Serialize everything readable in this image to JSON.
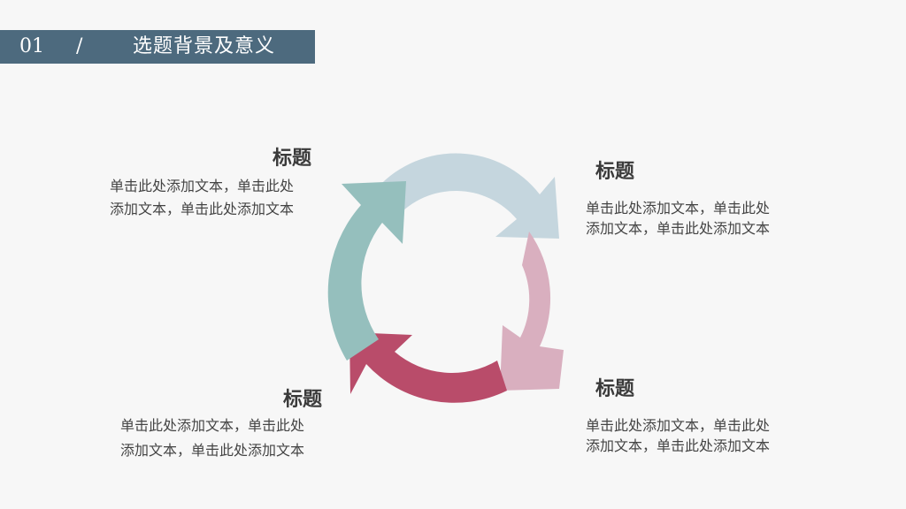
{
  "header": {
    "number": "01",
    "separator": "/",
    "title": "选题背景及意义"
  },
  "colors": {
    "header_bg": "#4d6a7e",
    "arrow_top": "#c5d6de",
    "arrow_right": "#d9afbf",
    "arrow_bottom": "#b94c6a",
    "arrow_left": "#95bfbd"
  },
  "diagram": {
    "icon": "circular-arrows-cycle",
    "blocks": [
      {
        "title": "标题",
        "line1": "单击此处添加文本，单击此处",
        "line2": "添加文本，单击此处添加文本"
      },
      {
        "title": "标题",
        "line1": "单击此处添加文本，单击此处",
        "line2": "添加文本，单击此处添加文本"
      },
      {
        "title": "标题",
        "line1": "单击此处添加文本，单击此处",
        "line2": "添加文本，单击此处添加文本"
      },
      {
        "title": "标题",
        "line1": "单击此处添加文本，单击此处",
        "line2": "添加文本，单击此处添加文本"
      }
    ]
  }
}
